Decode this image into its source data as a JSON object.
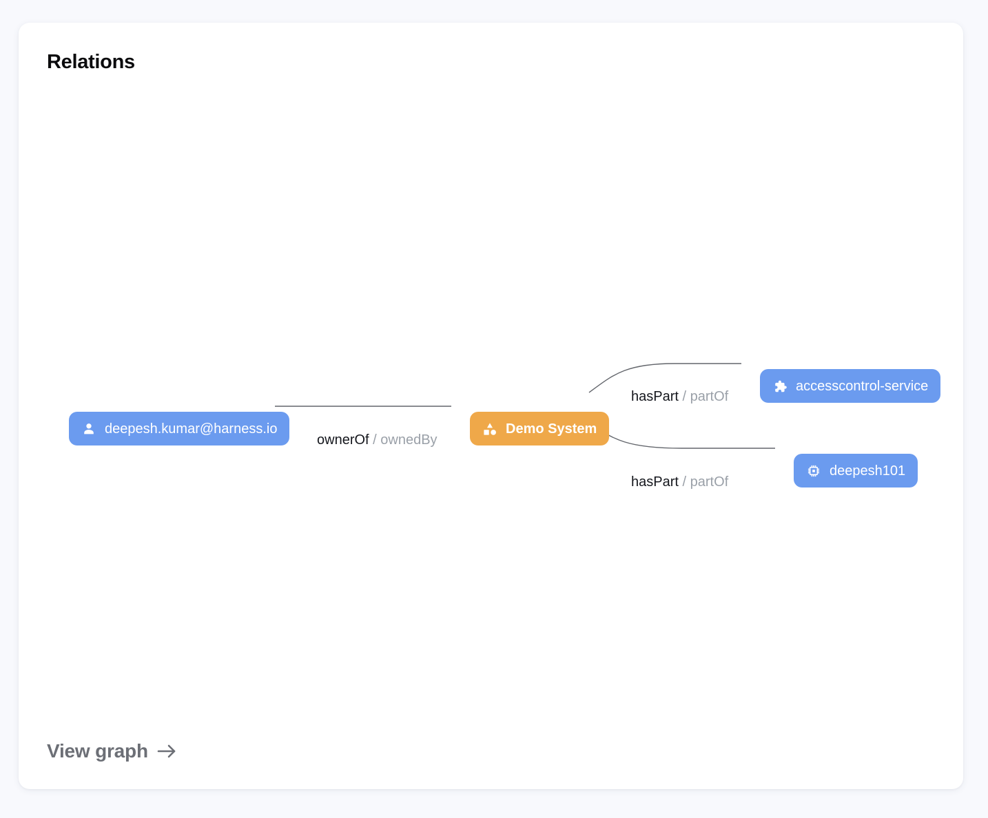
{
  "card": {
    "title": "Relations",
    "footer_link": {
      "label": "View graph",
      "icon": "arrow-right-icon"
    }
  },
  "graph": {
    "nodes": [
      {
        "id": "user",
        "label": "deepesh.kumar@harness.io",
        "kind": "user",
        "icon": "person-icon",
        "color": "#6b9bef"
      },
      {
        "id": "system",
        "label": "Demo System",
        "kind": "system",
        "icon": "category-shapes-icon",
        "color": "#efa849"
      },
      {
        "id": "component",
        "label": "accesscontrol-service",
        "kind": "component",
        "icon": "puzzle-piece-icon",
        "color": "#6b9bef"
      },
      {
        "id": "resource",
        "label": "deepesh101",
        "kind": "resource",
        "icon": "cpu-chip-icon",
        "color": "#6b9bef"
      }
    ],
    "edges": [
      {
        "id": "edge-owner",
        "source": "user",
        "target": "system",
        "forward": "ownerOf",
        "separator": "/",
        "reverse": "ownedBy"
      },
      {
        "id": "edge-haspart-component",
        "source": "system",
        "target": "component",
        "forward": "hasPart",
        "separator": "/",
        "reverse": "partOf"
      },
      {
        "id": "edge-haspart-resource",
        "source": "system",
        "target": "resource",
        "forward": "hasPart",
        "separator": "/",
        "reverse": "partOf"
      }
    ]
  }
}
